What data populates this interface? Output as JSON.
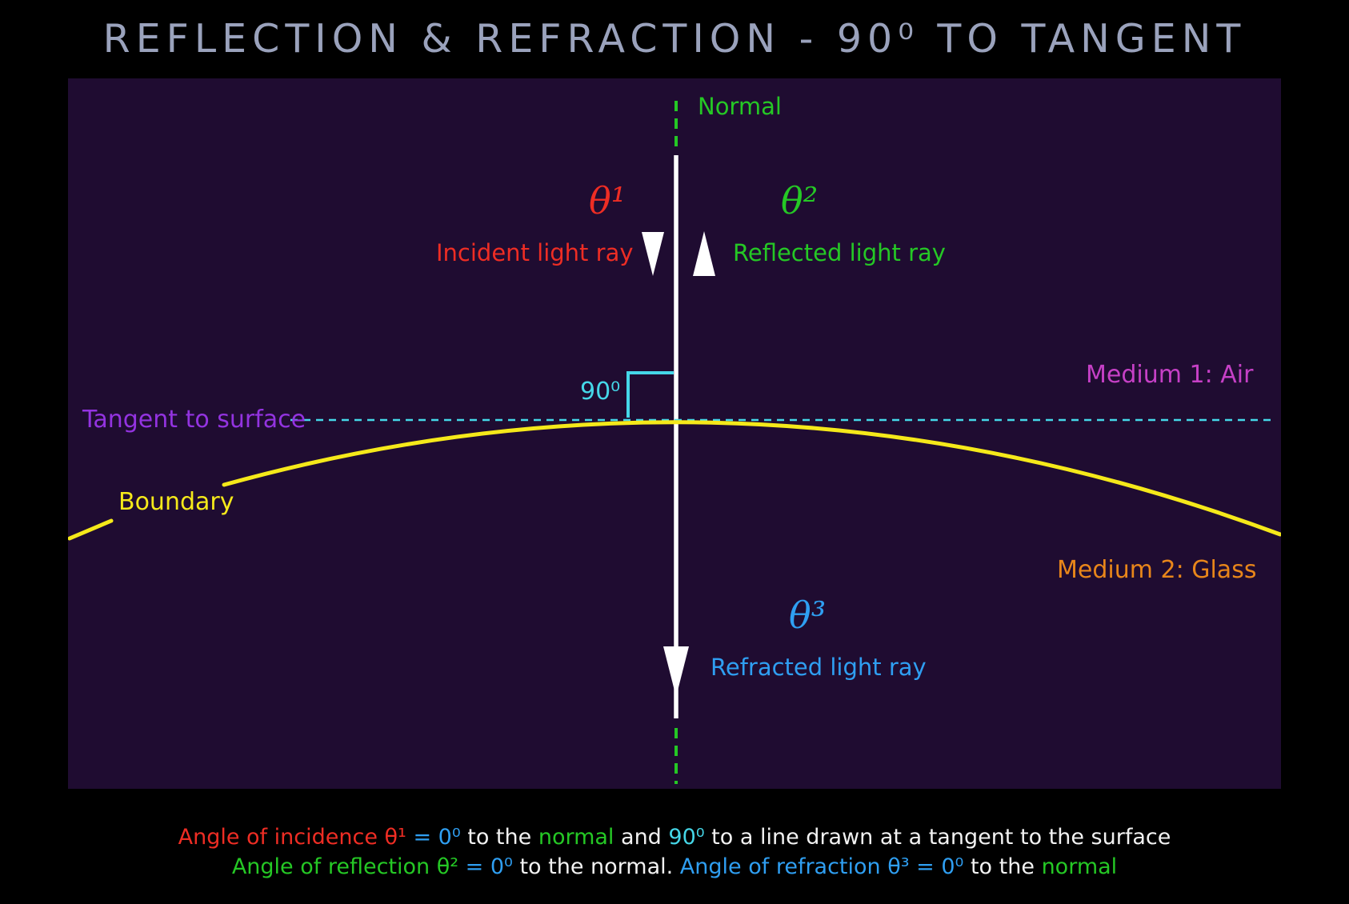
{
  "title": "REFLECTION & REFRACTION - 90⁰ TO TANGENT",
  "colors": {
    "background": "#000000",
    "panel": "#1f0c31",
    "title": "#9aa2bc",
    "red": "#ee2d24",
    "green": "#25c825",
    "cyan": "#45d7e8",
    "blue": "#2f9ff2",
    "magenta": "#c640c6",
    "purple": "#9333e0",
    "yellow": "#f5e91a",
    "orange": "#e8861a",
    "white": "#f2f2f2"
  },
  "diagram": {
    "normal_label": "Normal",
    "theta_incidence": "θ¹",
    "incident_label": "Incident light ray",
    "theta_reflection": "θ²",
    "reflected_label": "Reflected light ray",
    "right_angle_label": "90⁰",
    "medium1_label": "Medium 1: Air",
    "tangent_label": "Tangent to surface",
    "boundary_label": "Boundary",
    "medium2_label": "Medium 2: Glass",
    "theta_refraction": "θ³",
    "refracted_label": "Refracted light ray"
  },
  "caption": {
    "line1": [
      {
        "text": "Angle of incidence θ¹",
        "color": "red"
      },
      {
        "text": " = 0⁰ ",
        "color": "blue"
      },
      {
        "text": "to the ",
        "color": "white"
      },
      {
        "text": "normal",
        "color": "green"
      },
      {
        "text": " and ",
        "color": "white"
      },
      {
        "text": "90⁰",
        "color": "cyan"
      },
      {
        "text": " to a line drawn at a tangent to the surface",
        "color": "white"
      }
    ],
    "line2": [
      {
        "text": "Angle of reflection θ²",
        "color": "green"
      },
      {
        "text": " = 0⁰ ",
        "color": "blue"
      },
      {
        "text": "to the normal. ",
        "color": "white"
      },
      {
        "text": "Angle of refraction θ³",
        "color": "blue"
      },
      {
        "text": " = 0⁰ ",
        "color": "blue"
      },
      {
        "text": "to the ",
        "color": "white"
      },
      {
        "text": "normal",
        "color": "green"
      }
    ]
  }
}
